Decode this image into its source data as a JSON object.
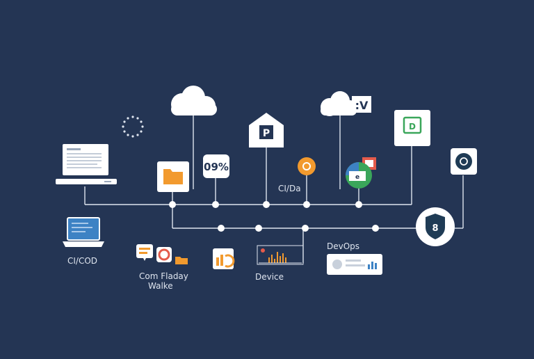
{
  "labels": {
    "cicd": "CI/COD",
    "cida": "CI/Da",
    "com_line1": "Com Fladay",
    "com_line2": "Walke",
    "device": "Device",
    "devops": "DevOps"
  },
  "cards": {
    "percent": "09%",
    "p_letter": "P",
    "v_letter": ":V",
    "d_letter": "D",
    "shield_letters": "8",
    "small_chart_text": "e"
  },
  "colors": {
    "background": "#243554",
    "line": "#dfe5ef",
    "orange": "#f29a2e",
    "green": "#3aa65a",
    "teal_dark": "#1f3b55",
    "blue_screen": "#3d82c4"
  },
  "icons": [
    "laptop-icon",
    "cloud-icon",
    "folder-icon",
    "house-icon",
    "cloud-icon",
    "document-icon",
    "shield-icon",
    "monitor-icon",
    "chat-icon",
    "chart-icon"
  ]
}
